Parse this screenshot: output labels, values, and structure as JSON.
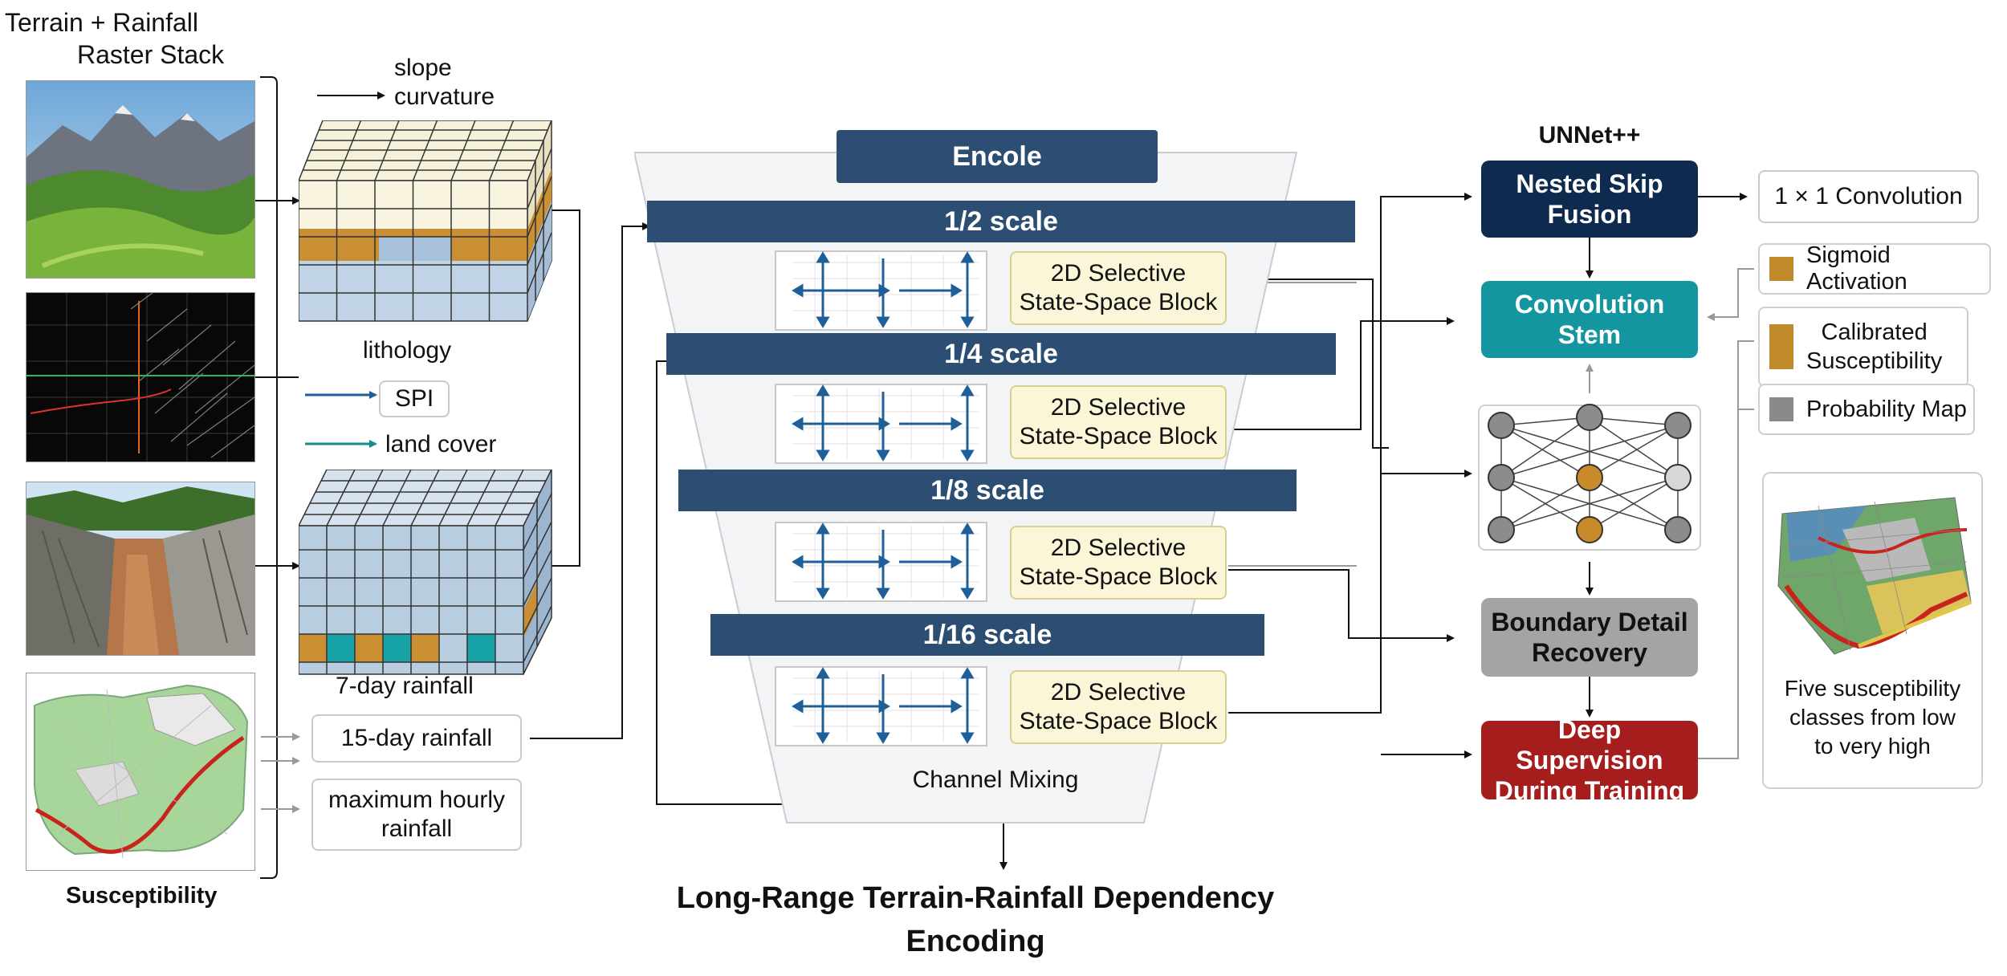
{
  "input": {
    "title_line1": "Terrain + Rainfall",
    "title_line2": "Raster Stack",
    "bottom_label": "Susceptibility"
  },
  "layers": {
    "slope": "slope",
    "curvature": "curvature",
    "lithology": "lithology",
    "spi": "SPI",
    "land_cover": "land cover",
    "rainfall_7d": "7-day rainfall",
    "rainfall_15d": "15-day rainfall",
    "max_hourly_line1": "maximum hourly",
    "max_hourly_line2": "rainfall"
  },
  "encoder": {
    "title": "Encole",
    "scales": [
      "1/2 scale",
      "1/4 scale",
      "1/8 scale",
      "1/16 scale"
    ],
    "block_line1": "2D Selective",
    "block_line2": "State-Space Block",
    "channel_mixing": "Channel Mixing",
    "caption_line1": "Long-Range Terrain-Rainfall Dependency",
    "caption_line2": "Encoding"
  },
  "decoder": {
    "title": "UNNet++",
    "nested_line1": "Nested Skip",
    "nested_line2": "Fusion",
    "stem_line1": "Convolution",
    "stem_line2": "Stem",
    "boundary_line1": "Boundary Detail",
    "boundary_line2": "Recovery",
    "deep_line1": "Deep Supervision",
    "deep_line2": "During Training"
  },
  "outputs": {
    "conv1x1": "1 × 1 Convolution",
    "sigmoid": "Sigmoid Activation",
    "calibrated_line1": "Calibrated",
    "calibrated_line2": "Susceptibility",
    "probability": "Probability Map",
    "map_caption_line1": "Five susceptibility",
    "map_caption_line2": "classes from low",
    "map_caption_line3": "to very high"
  },
  "colors": {
    "encoder_band": "#2c4e72",
    "nested_skip": "#0e2a4f",
    "convolution_stem": "#13969f",
    "boundary": "#a4a4a4",
    "deep_supervision": "#a51d1d",
    "amber": "#c08a2b",
    "gray_swatch": "#8a8a8a"
  }
}
